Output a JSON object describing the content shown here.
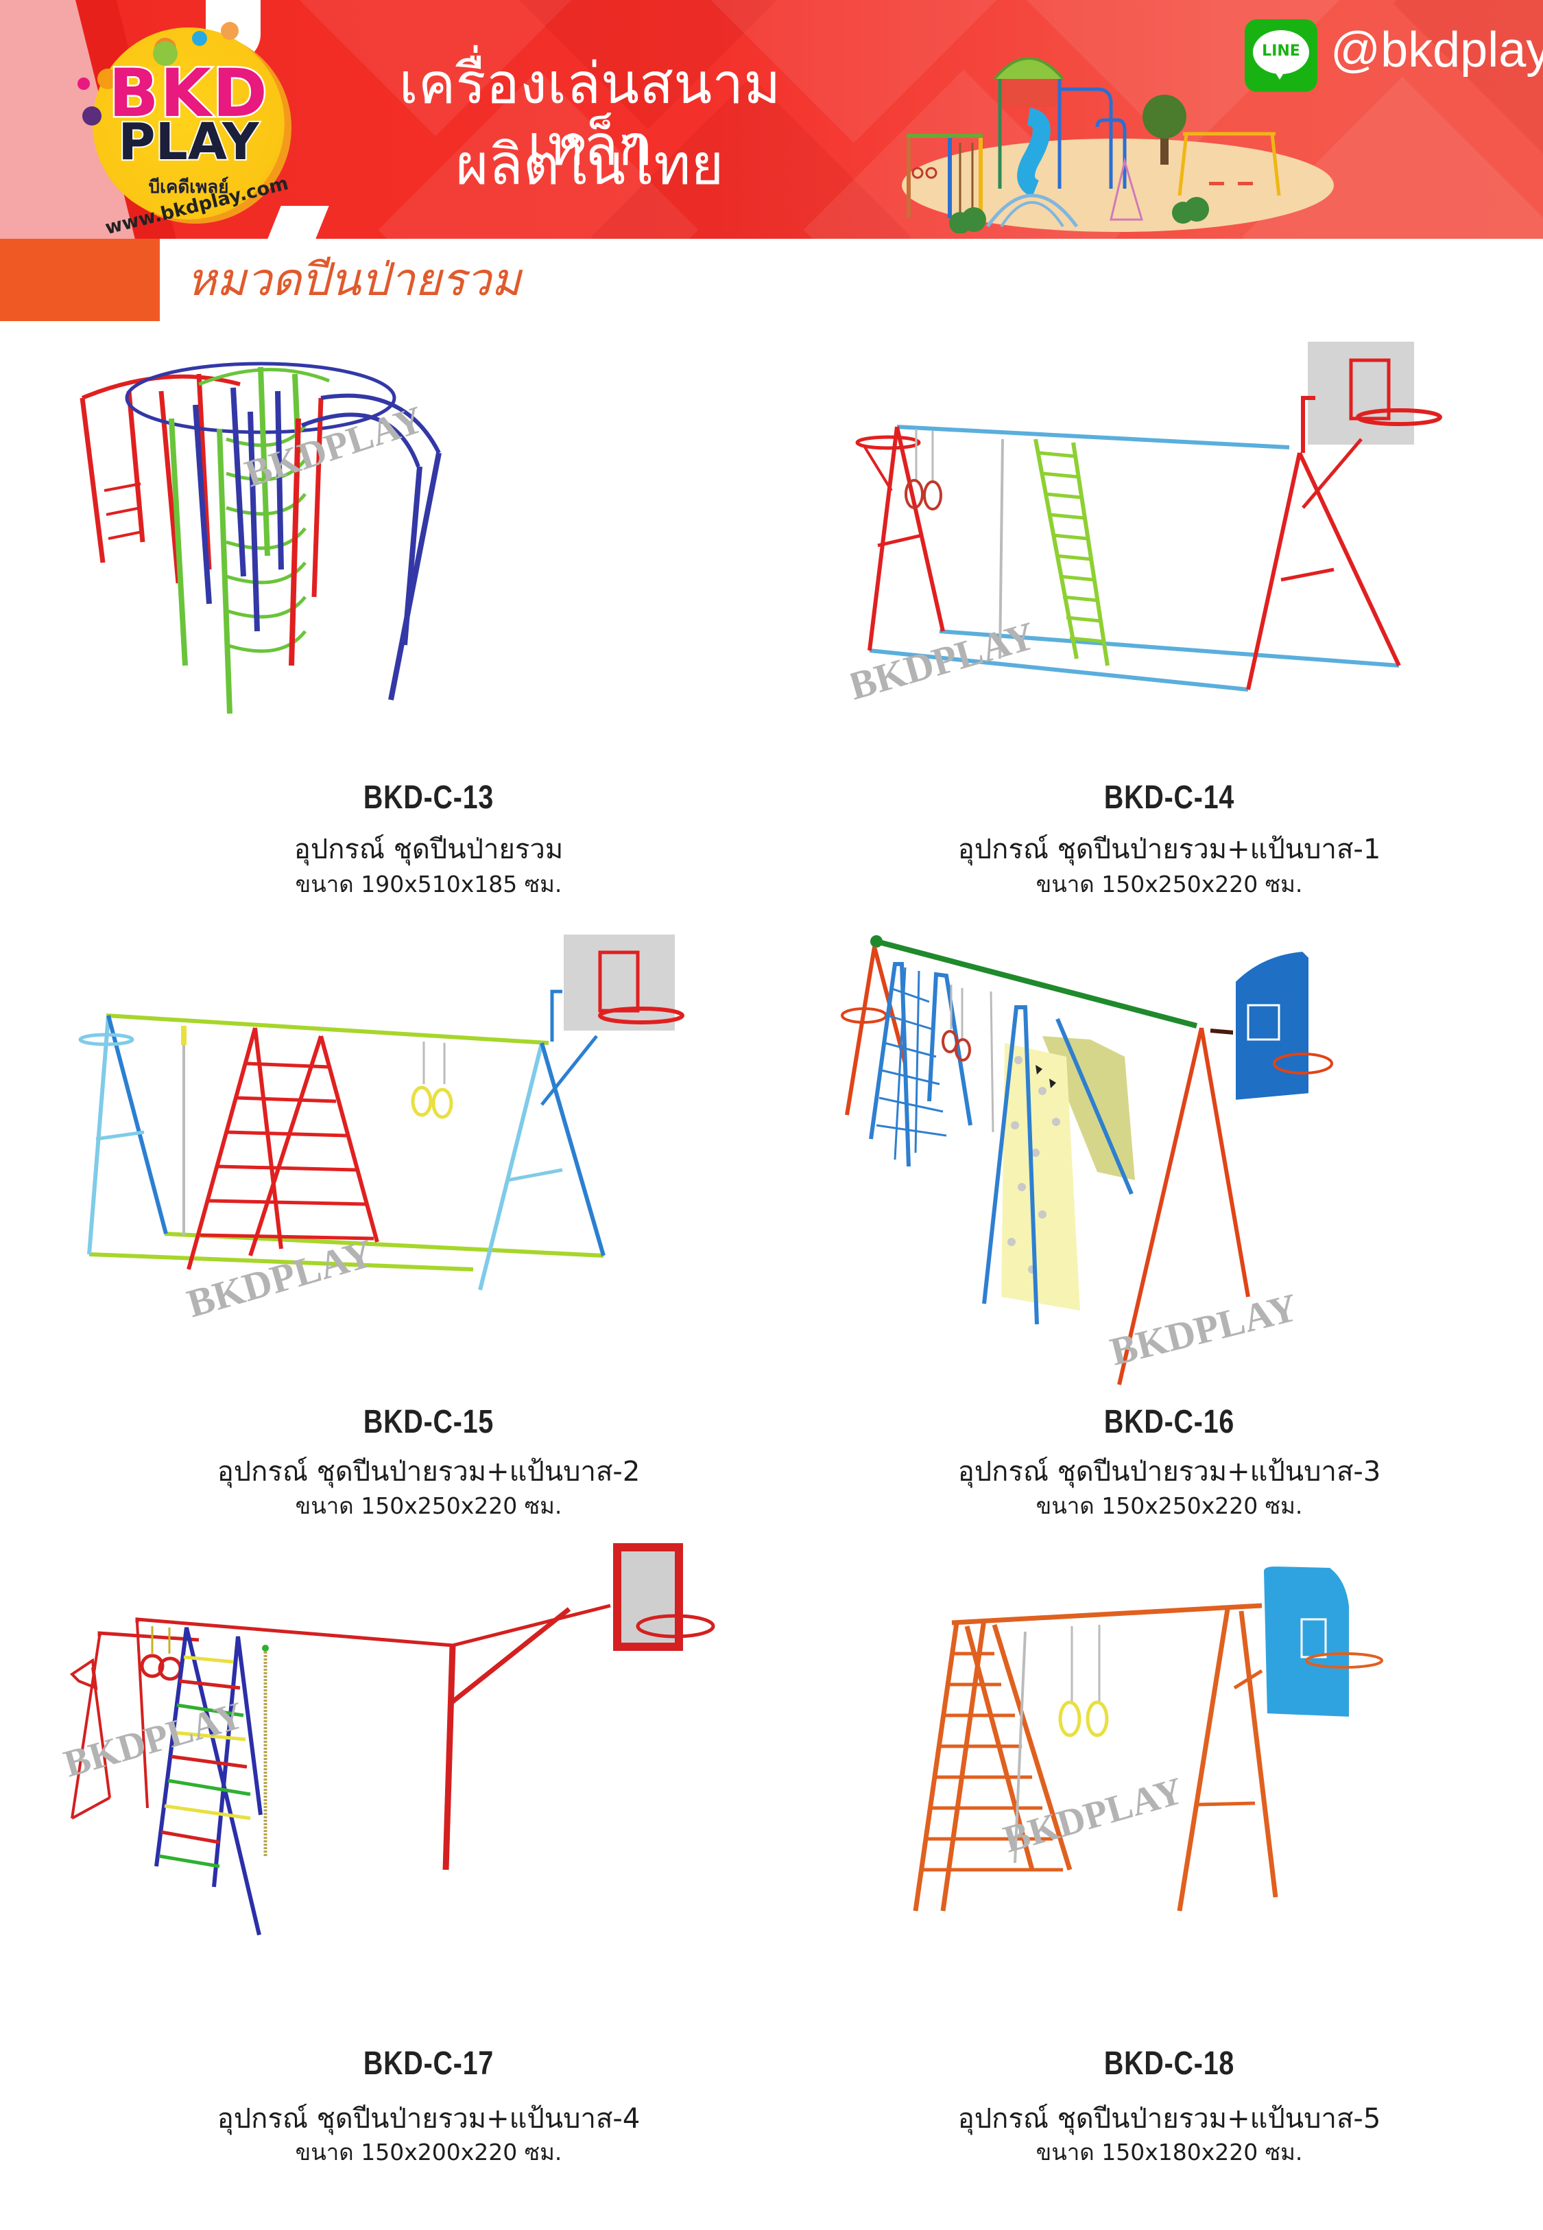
{
  "header": {
    "logo": {
      "brand_top": "BKD",
      "brand_bottom": "PLAY",
      "brand_thai": "บีเคดีเพลย์",
      "url": "www.bkdplay.com"
    },
    "headline_line1": "เครื่องเล่นสนามเหล็ก",
    "headline_line2": "ผลิตในไทย",
    "line_icon_label": "LINE",
    "line_handle": "@bkdplay",
    "colors": {
      "background": "#f02a22",
      "line_green": "#18b313",
      "logo_yellow": "#fbc514",
      "logo_pink": "#e8197f"
    }
  },
  "category": {
    "title": "หมวดปีนป่ายรวม",
    "colors": {
      "block": "#ef5a24",
      "title": "#e05a2c"
    }
  },
  "watermark": "BKDPLAY",
  "products": [
    {
      "code": "BKD-C-13",
      "name": "อุปกรณ์ ชุดปีนป่ายรวม",
      "size": "ขนาด 190x510x185 ซม."
    },
    {
      "code": "BKD-C-14",
      "name": "อุปกรณ์ ชุดปีนป่ายรวม+แป้นบาส-1",
      "size": "ขนาด 150x250x220 ซม."
    },
    {
      "code": "BKD-C-15",
      "name": "อุปกรณ์ ชุดปีนป่ายรวม+แป้นบาส-2",
      "size": "ขนาด 150x250x220 ซม."
    },
    {
      "code": "BKD-C-16",
      "name": "อุปกรณ์ ชุดปีนป่ายรวม+แป้นบาส-3",
      "size": "ขนาด 150x250x220 ซม."
    },
    {
      "code": "BKD-C-17",
      "name": "อุปกรณ์ ชุดปีนป่ายรวม+แป้นบาส-4",
      "size": "ขนาด 150x200x220 ซม."
    },
    {
      "code": "BKD-C-18",
      "name": "อุปกรณ์ ชุดปีนป่ายรวม+แป้นบาส-5",
      "size": "ขนาด 150x180x220 ซม."
    }
  ]
}
